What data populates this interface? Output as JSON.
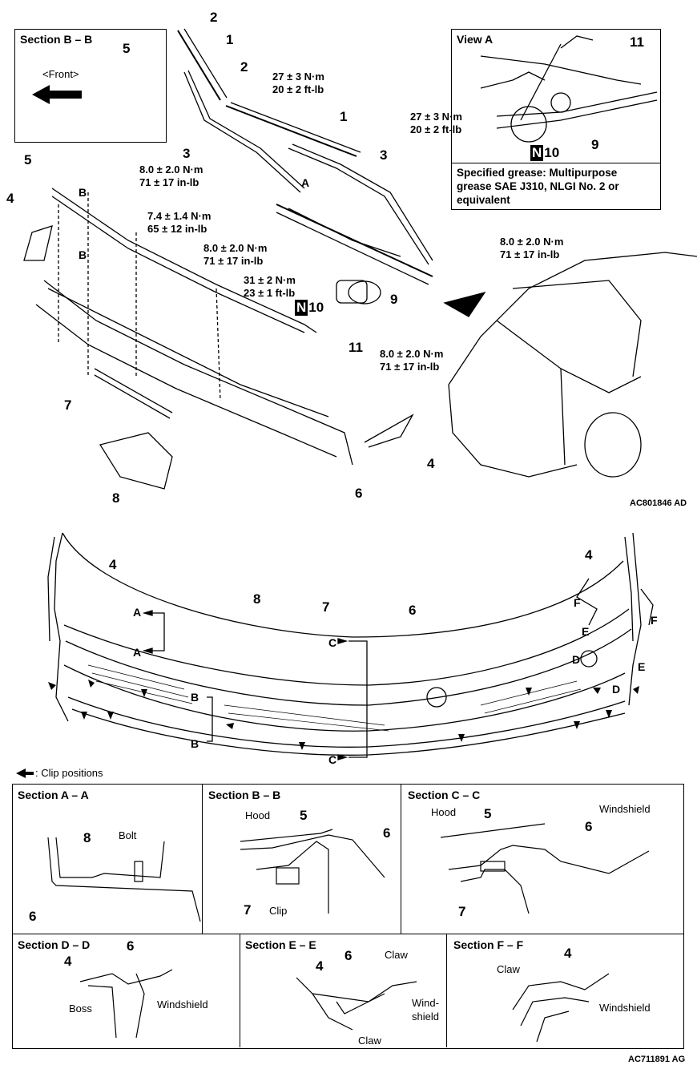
{
  "top": {
    "section_bb": {
      "title": "Section B – B",
      "front": "<Front>",
      "part": "5"
    },
    "view_a": {
      "title": "View A",
      "part_11": "11",
      "part_9": "9",
      "part_10": "10",
      "n_badge": "N",
      "grease": "Specified grease: Multipurpose grease SAE J310, NLGI No. 2 or equivalent"
    },
    "torques": {
      "t1_line1": "27 ± 3 N·m",
      "t1_line2": "20 ± 2 ft-lb",
      "t2_line1": "27 ± 3 N·m",
      "t2_line2": "20 ± 2 ft-lb",
      "t3_line1": "8.0 ± 2.0 N·m",
      "t3_line2": "71 ± 17 in-lb",
      "t4_line1": "7.4 ± 1.4 N·m",
      "t4_line2": "65 ± 12 in-lb",
      "t5_line1": "8.0 ± 2.0 N·m",
      "t5_line2": "71 ± 17 in-lb",
      "t6_line1": "8.0 ± 2.0 N·m",
      "t6_line2": "71 ± 17 in-lb",
      "t7_line1": "31 ± 2 N·m",
      "t7_line2": "23 ± 1 ft-lb",
      "t8_line1": "8.0 ± 2.0 N·m",
      "t8_line2": "71 ± 17 in-lb"
    },
    "parts": {
      "p2a": "2",
      "p1a": "1",
      "p2b": "2",
      "p1b": "1",
      "p3a": "3",
      "p3b": "3",
      "p5": "5",
      "p4a": "4",
      "p4b": "4",
      "p6": "6",
      "p7": "7",
      "p8": "8",
      "p9": "9",
      "p10": "10",
      "p11": "11",
      "n_badge": "N"
    },
    "markers": {
      "a": "A",
      "b1": "B",
      "b2": "B"
    },
    "code": "AC801846 AD"
  },
  "middle": {
    "parts": {
      "p4l": "4",
      "p8": "8",
      "p7": "7",
      "p6": "6",
      "p4r": "4"
    },
    "markers": {
      "a_top": "A",
      "a_bot": "A",
      "b_top": "B",
      "b_bot": "B",
      "c_top": "C",
      "c_bot": "C",
      "f_l": "F",
      "f_r": "F",
      "e_l": "E",
      "e_r": "E",
      "d_l": "D",
      "d_r": "D"
    },
    "legend": ": Clip positions"
  },
  "sections": {
    "aa": {
      "title": "Section A – A",
      "p8": "8",
      "bolt": "Bolt",
      "p6": "6"
    },
    "bb": {
      "title": "Section B – B",
      "hood": "Hood",
      "p5": "5",
      "p6": "6",
      "p7": "7",
      "clip": "Clip"
    },
    "cc": {
      "title": "Section C – C",
      "hood": "Hood",
      "p5": "5",
      "p6": "6",
      "windshield": "Windshield",
      "p7": "7"
    },
    "dd": {
      "title": "Section D – D",
      "p4": "4",
      "p6": "6",
      "boss": "Boss",
      "windshield": "Windshield"
    },
    "ee": {
      "title": "Section E – E",
      "p4": "4",
      "p6": "6",
      "claw1": "Claw",
      "claw2": "Claw",
      "wind": "Wind-",
      "shield": "shield"
    },
    "ff": {
      "title": "Section F – F",
      "p4": "4",
      "claw": "Claw",
      "windshield": "Windshield"
    }
  },
  "code2": "AC711891 AG"
}
